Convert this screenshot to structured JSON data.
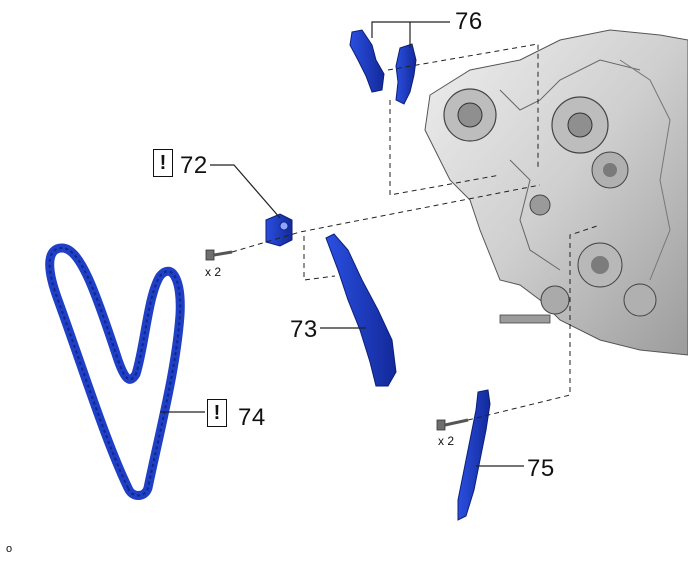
{
  "diagram": {
    "callouts": [
      {
        "id": "76",
        "label": "76",
        "has_caution": false
      },
      {
        "id": "72",
        "label": "72",
        "has_caution": true
      },
      {
        "id": "73",
        "label": "73",
        "has_caution": false
      },
      {
        "id": "74",
        "label": "74",
        "has_caution": true
      },
      {
        "id": "75",
        "label": "75",
        "has_caution": false
      }
    ],
    "caution_symbol": "!",
    "bolt_quantity_72": "x 2",
    "bolt_quantity_75": "x 2",
    "figure_id": "o",
    "colors": {
      "part_blue": "#1f3fc4",
      "part_blue_dark": "#0f2690",
      "engine_gray": "#c8c8c8",
      "engine_dark": "#7a7a7a",
      "line": "#111111"
    }
  }
}
